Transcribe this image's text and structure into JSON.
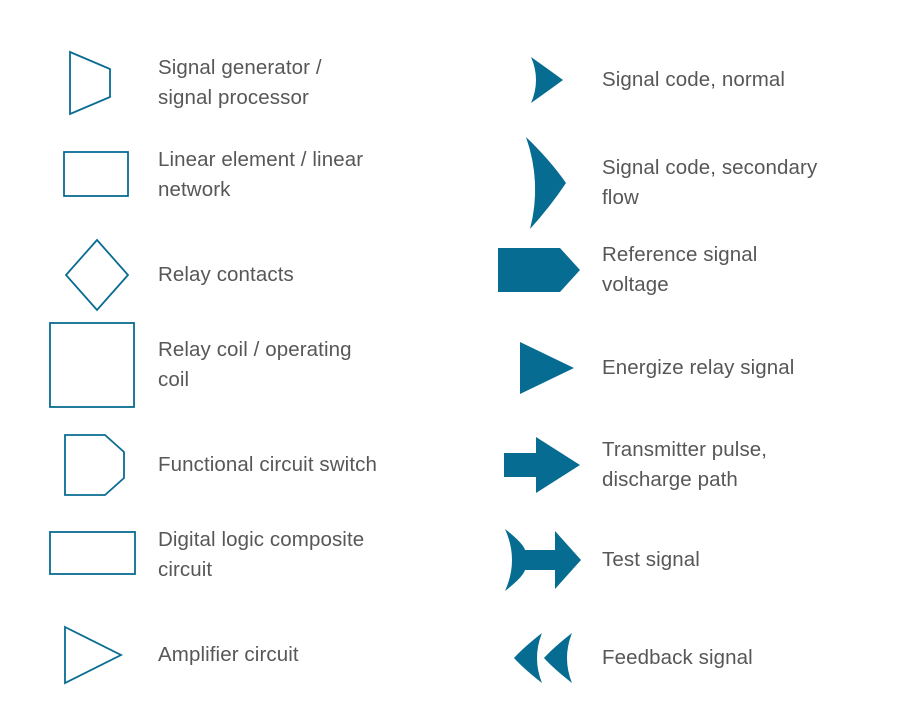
{
  "colors": {
    "shape_stroke": "#0A6C92",
    "shape_fill_none": "#FFFFFF",
    "arrow_fill": "#076C91",
    "label_text": "#575757",
    "background": "#FFFFFF"
  },
  "legend": {
    "left_column": [
      {
        "icon": "trapezoid-outline-icon",
        "label": "Signal generator /\nsignal processor"
      },
      {
        "icon": "rectangle-outline-icon",
        "label": "Linear element / linear\nnetwork"
      },
      {
        "icon": "diamond-outline-icon",
        "label": "Relay contacts"
      },
      {
        "icon": "square-outline-icon",
        "label": "Relay coil / operating\ncoil"
      },
      {
        "icon": "pentagon-switch-outline-icon",
        "label": "Functional circuit switch"
      },
      {
        "icon": "wide-rectangle-outline-icon",
        "label": "Digital logic composite\ncircuit"
      },
      {
        "icon": "triangle-outline-icon",
        "label": "Amplifier circuit"
      }
    ],
    "right_column": [
      {
        "icon": "thin-chevron-arrowhead-icon",
        "label": "Signal code, normal"
      },
      {
        "icon": "tall-chevron-arrowhead-icon",
        "label": "Signal code, secondary\nflow"
      },
      {
        "icon": "filled-block-pentagon-arrow-icon",
        "label": "Reference signal\nvoltage"
      },
      {
        "icon": "filled-triangle-arrow-icon",
        "label": "Energize relay signal"
      },
      {
        "icon": "filled-block-arrow-icon",
        "label": "Transmitter pulse,\ndischarge path"
      },
      {
        "icon": "notched-tail-arrow-icon",
        "label": "Test signal"
      },
      {
        "icon": "double-chevron-left-icon",
        "label": "Feedback signal"
      }
    ]
  }
}
